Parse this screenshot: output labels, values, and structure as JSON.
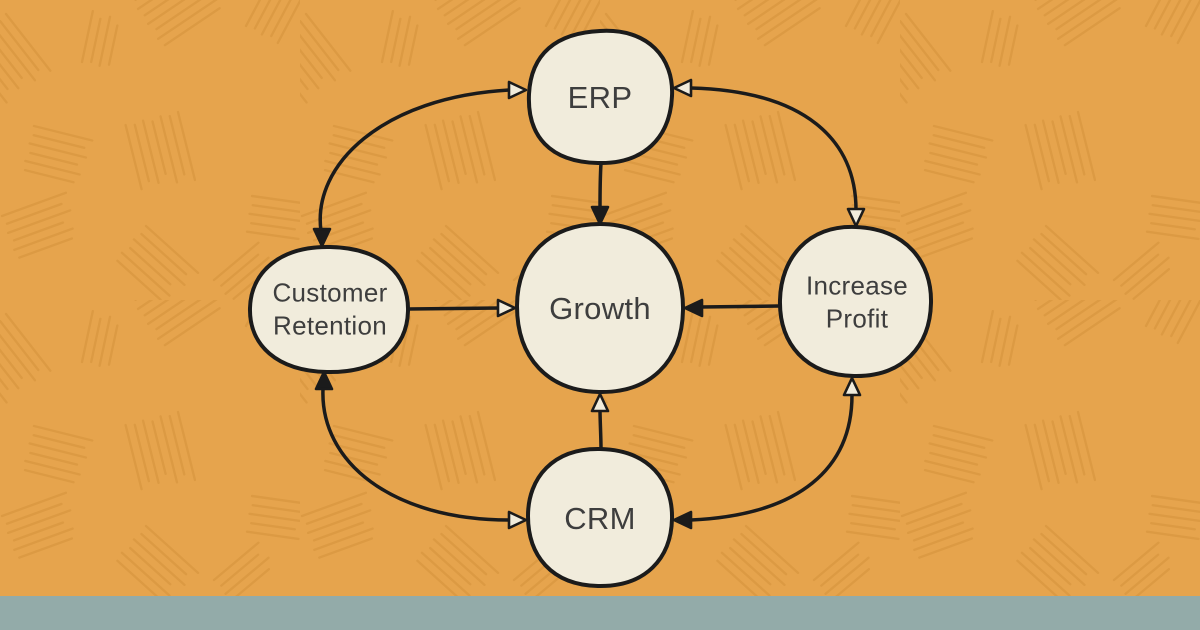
{
  "colors": {
    "background": "#e6a44d",
    "texture_line": "#d3923a",
    "node_fill": "#f1ecdc",
    "node_stroke": "#1b1b1b",
    "text": "#3e3e3e",
    "footer_bar": "#93aba9"
  },
  "diagram": {
    "type": "hand-drawn cycle diagram",
    "nodes": [
      {
        "id": "erp",
        "label": "ERP"
      },
      {
        "id": "customer-retention",
        "label": "Customer Retention"
      },
      {
        "id": "growth",
        "label": "Growth"
      },
      {
        "id": "increase-profit",
        "label": "Increase Profit"
      },
      {
        "id": "crm",
        "label": "CRM"
      }
    ],
    "edges": [
      {
        "from": "ERP",
        "to": "Customer Retention",
        "bidirectional": true,
        "shape": "curve"
      },
      {
        "from": "ERP",
        "to": "Increase Profit",
        "bidirectional": true,
        "shape": "curve"
      },
      {
        "from": "Customer Retention",
        "to": "CRM",
        "bidirectional": true,
        "shape": "curve"
      },
      {
        "from": "CRM",
        "to": "Increase Profit",
        "bidirectional": true,
        "shape": "curve"
      },
      {
        "from": "ERP",
        "to": "Growth",
        "bidirectional": false,
        "shape": "line"
      },
      {
        "from": "Customer Retention",
        "to": "Growth",
        "bidirectional": false,
        "shape": "line"
      },
      {
        "from": "Increase Profit",
        "to": "Growth",
        "bidirectional": false,
        "shape": "line"
      },
      {
        "from": "CRM",
        "to": "Growth",
        "bidirectional": false,
        "shape": "line"
      }
    ]
  }
}
